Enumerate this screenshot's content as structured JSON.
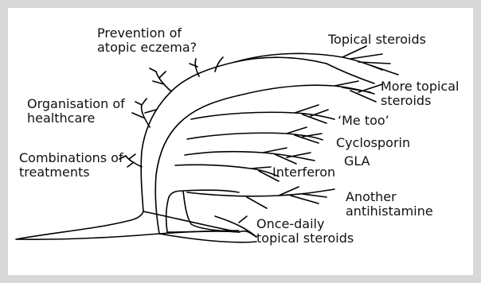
{
  "labels": {
    "prevention": "Prevention of\natopic eczema?",
    "topical_steroids": "Topical steroids",
    "more_topical_steroids": "More topical\nsteroids",
    "organisation": "Organisation of\nhealthcare",
    "me_too": "‘Me too’",
    "cyclosporin": "Cyclosporin",
    "gla": "GLA",
    "interferon": "Interferon",
    "combinations": "Combinations of\ntreatments",
    "antihistamine": "Another\nantihistamine",
    "once_daily": "Once-daily\ntopical steroids"
  }
}
